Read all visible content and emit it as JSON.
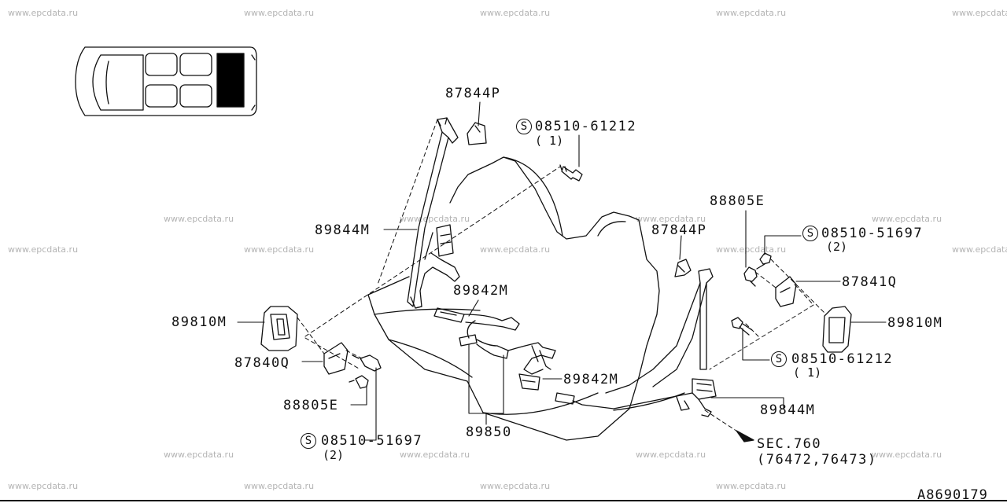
{
  "watermark": "www.epcdata.ru",
  "diagram_code": "A8690179",
  "colors": {
    "ink": "#111111",
    "watermark": "#b4b4b4",
    "highlight": "#000000"
  },
  "parts": {
    "p87844P_top": "87844P",
    "p87844P_right": "87844P",
    "p89844M_left": "89844M",
    "p89844M_right": "89844M",
    "p89842M_top": "89842M",
    "p89842M_right": "89842M",
    "p89810M_left": "89810M",
    "p89810M_right": "89810M",
    "p87840Q": "87840Q",
    "p87841Q": "87841Q",
    "p88805E_left": "88805E",
    "p88805E_right": "88805E",
    "p89850": "89850"
  },
  "std_parts": {
    "bolt_top": {
      "symbol": "S",
      "number": "08510-61212",
      "qty": "( 1)"
    },
    "bolt_right": {
      "symbol": "S",
      "number": "08510-61212",
      "qty": "( 1)"
    },
    "screw_right_top": {
      "symbol": "S",
      "number": "08510-51697",
      "qty": "(2)"
    },
    "screw_left_bottom": {
      "symbol": "S",
      "number": "08510-51697",
      "qty": "(2)"
    }
  },
  "section_ref": {
    "label": "SEC.760",
    "detail": "(76472,76473)"
  },
  "icons": [
    "vehicle-top-view-icon",
    "seat-belt-icon",
    "buckle-icon",
    "bolt-icon",
    "clip-icon",
    "arrow-icon"
  ]
}
